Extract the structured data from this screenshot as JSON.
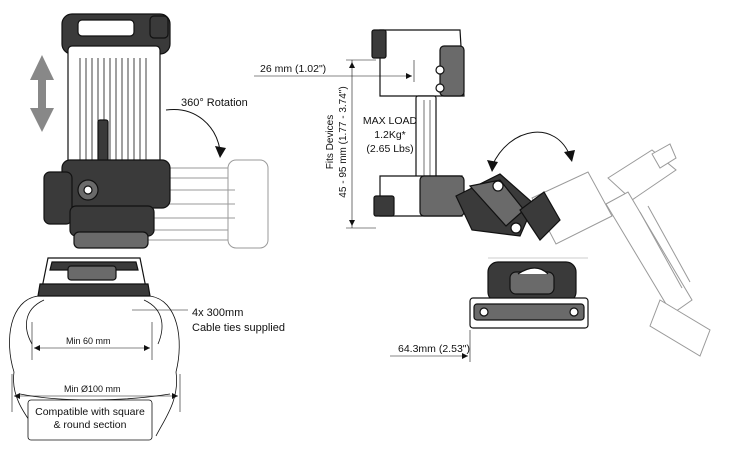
{
  "left": {
    "rotation_label": "360° Rotation",
    "cable_ties_line1": "4x 300mm",
    "cable_ties_line2": "Cable ties supplied",
    "min_width_label": "Min 60 mm",
    "min_diameter_label": "Min Ø100 mm",
    "compat_line1": "Compatible with square",
    "compat_line2": "& round section"
  },
  "right": {
    "width_label": "26 mm (1.02\")",
    "fits_line1": "Fits Devices",
    "fits_line2": "45 - 95 mm (1.77 - 3.74\")",
    "max_load_line1": "MAX LOAD",
    "max_load_line2": "1.2Kg*",
    "max_load_line3": "(2.65 Lbs)",
    "base_label": "64.3mm (2.53\")"
  },
  "colors": {
    "ink": "#111111",
    "dark_part": "#3a3a3a",
    "arrow_gray": "#888888",
    "ghost_outline": "#9a9a9a"
  },
  "icons": [
    "vertical-arrow-icon",
    "rotation-arc-icon",
    "tilt-arc-icon"
  ]
}
